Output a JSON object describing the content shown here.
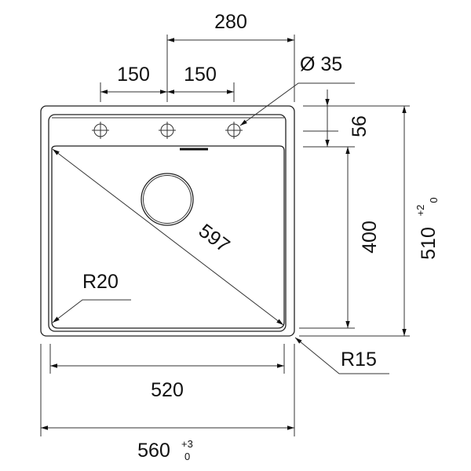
{
  "drawing": {
    "dim_top_total": "280",
    "dim_hole_left": "150",
    "dim_hole_right": "150",
    "dim_hole_diameter": "Ø 35",
    "dim_ledge": "56",
    "dim_bowl_depth": "400",
    "dim_outer_depth": "510",
    "dim_outer_depth_tol_plus": "+2",
    "dim_outer_depth_tol_minus": "0",
    "dim_diagonal": "597",
    "dim_inner_radius": "R20",
    "dim_outer_radius": "R15",
    "dim_bowl_width": "520",
    "dim_outer_width": "560",
    "dim_outer_width_tol_plus": "+3",
    "dim_outer_width_tol_minus": "0"
  }
}
